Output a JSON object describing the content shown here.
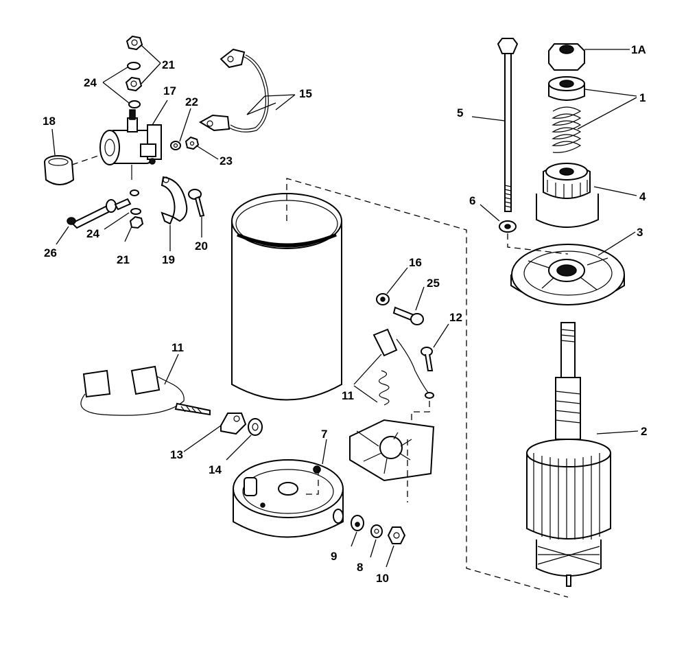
{
  "callouts": {
    "c1A": "1A",
    "c1": "1",
    "c2": "2",
    "c3": "3",
    "c4": "4",
    "c5": "5",
    "c6": "6",
    "c7": "7",
    "c8": "8",
    "c9": "9",
    "c10": "10",
    "c11a": "11",
    "c11b": "11",
    "c12": "12",
    "c13": "13",
    "c14": "14",
    "c15": "15",
    "c16": "16",
    "c17": "17",
    "c18": "18",
    "c19": "19",
    "c20": "20",
    "c21a": "21",
    "c21b": "21",
    "c22": "22",
    "c23": "23",
    "c24a": "24",
    "c24b": "24",
    "c25": "25",
    "c26": "26"
  }
}
